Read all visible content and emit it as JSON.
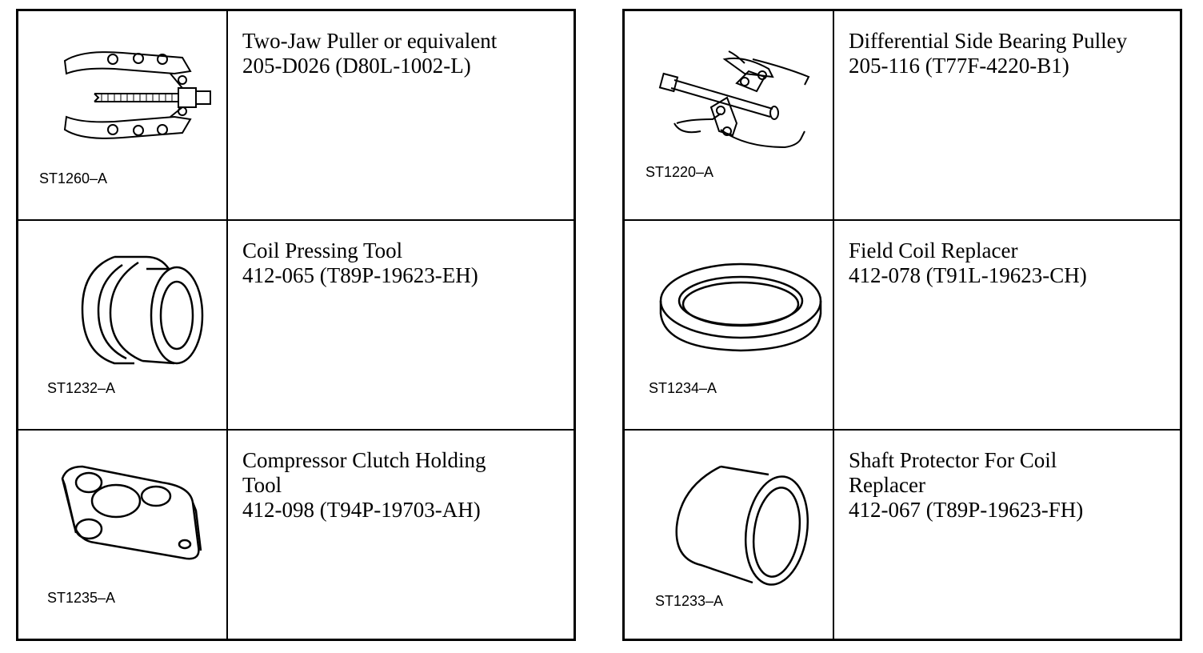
{
  "left_table": [
    {
      "code": "ST1260–A",
      "lines": [
        "Two-Jaw Puller or equivalent",
        "205-D026 (D80L-1002-L)"
      ]
    },
    {
      "code": "ST1232–A",
      "lines": [
        "Coil Pressing Tool",
        "412-065 (T89P-19623-EH)"
      ]
    },
    {
      "code": "ST1235–A",
      "lines": [
        "Compressor Clutch Holding",
        "Tool",
        "412-098 (T94P-19703-AH)"
      ]
    }
  ],
  "right_table": [
    {
      "code": "ST1220–A",
      "lines": [
        "Differential Side Bearing Pulley",
        "205-116 (T77F-4220-B1)"
      ]
    },
    {
      "code": "ST1234–A",
      "lines": [
        "Field Coil Replacer",
        "412-078 (T91L-19623-CH)"
      ]
    },
    {
      "code": "ST1233–A",
      "lines": [
        "Shaft Protector For Coil",
        "Replacer",
        "412-067 (T89P-19623-FH)"
      ]
    }
  ],
  "icons": [
    "two-jaw-puller-icon",
    "coil-pressing-tool-icon",
    "clutch-holding-tool-icon",
    "bearing-puller-icon",
    "field-coil-replacer-icon",
    "shaft-protector-icon"
  ]
}
